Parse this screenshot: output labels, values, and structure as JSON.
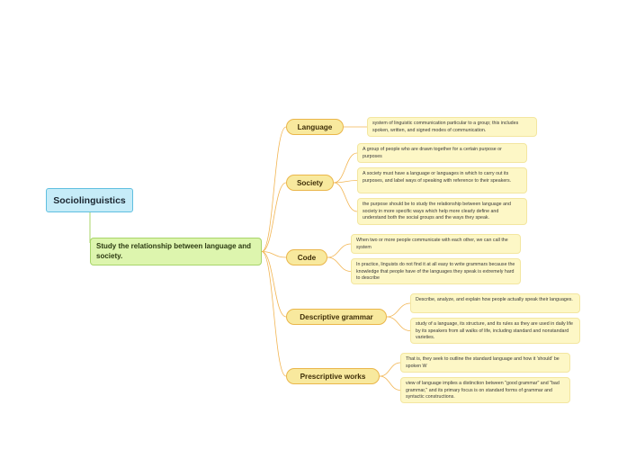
{
  "root": {
    "label": "Sociolinguistics"
  },
  "subtopic": {
    "label": "Study the relationship between language and society."
  },
  "branches": [
    {
      "label": "Language",
      "details": [
        "system of linguistic communication particular to a group; this includes spoken, written, and signed modes of communication."
      ]
    },
    {
      "label": "Society",
      "details": [
        "A group of people who are drawn together for a certain purpose or purposes",
        "A society must have a language or languages in which to carry out its purposes, and label ways of speaking with reference to their speakers.",
        "the purpose should be to study the relationship between language and society in more specific ways which help more clearly define and understand both the social groups and the ways they speak."
      ]
    },
    {
      "label": "Code",
      "details": [
        "When two or more people communicate with each other, we can call the system",
        "In practice, linguists do not find it at all easy to write grammars because the knowledge that people have of the languages they speak is extremely hard to describe"
      ]
    },
    {
      "label": "Descriptive grammar",
      "details": [
        "Describe, analyze, and explain how people actually speak their languages.",
        "study of a language, its structure, and its rules as they are used in daily life by its speakers from all walks of life, including standard and nonstandard varieties."
      ]
    },
    {
      "label": "Prescriptive works",
      "details": [
        "That is, they seek to outline the standard language and how it 'should' be spoken W",
        "view of language implies a distinction between \"good grammar\" and \"bad grammar,\" and its primary focus is on standard forms of grammar and syntactic constructions."
      ]
    }
  ],
  "colors": {
    "root_fill": "#c6ecf8",
    "subtopic_fill": "#ddf5ae",
    "branch_fill": "#f8e99e",
    "leaf_fill": "#fdf7c6",
    "connector": "#f2b552",
    "subtopic_connector": "#a8d46a"
  }
}
